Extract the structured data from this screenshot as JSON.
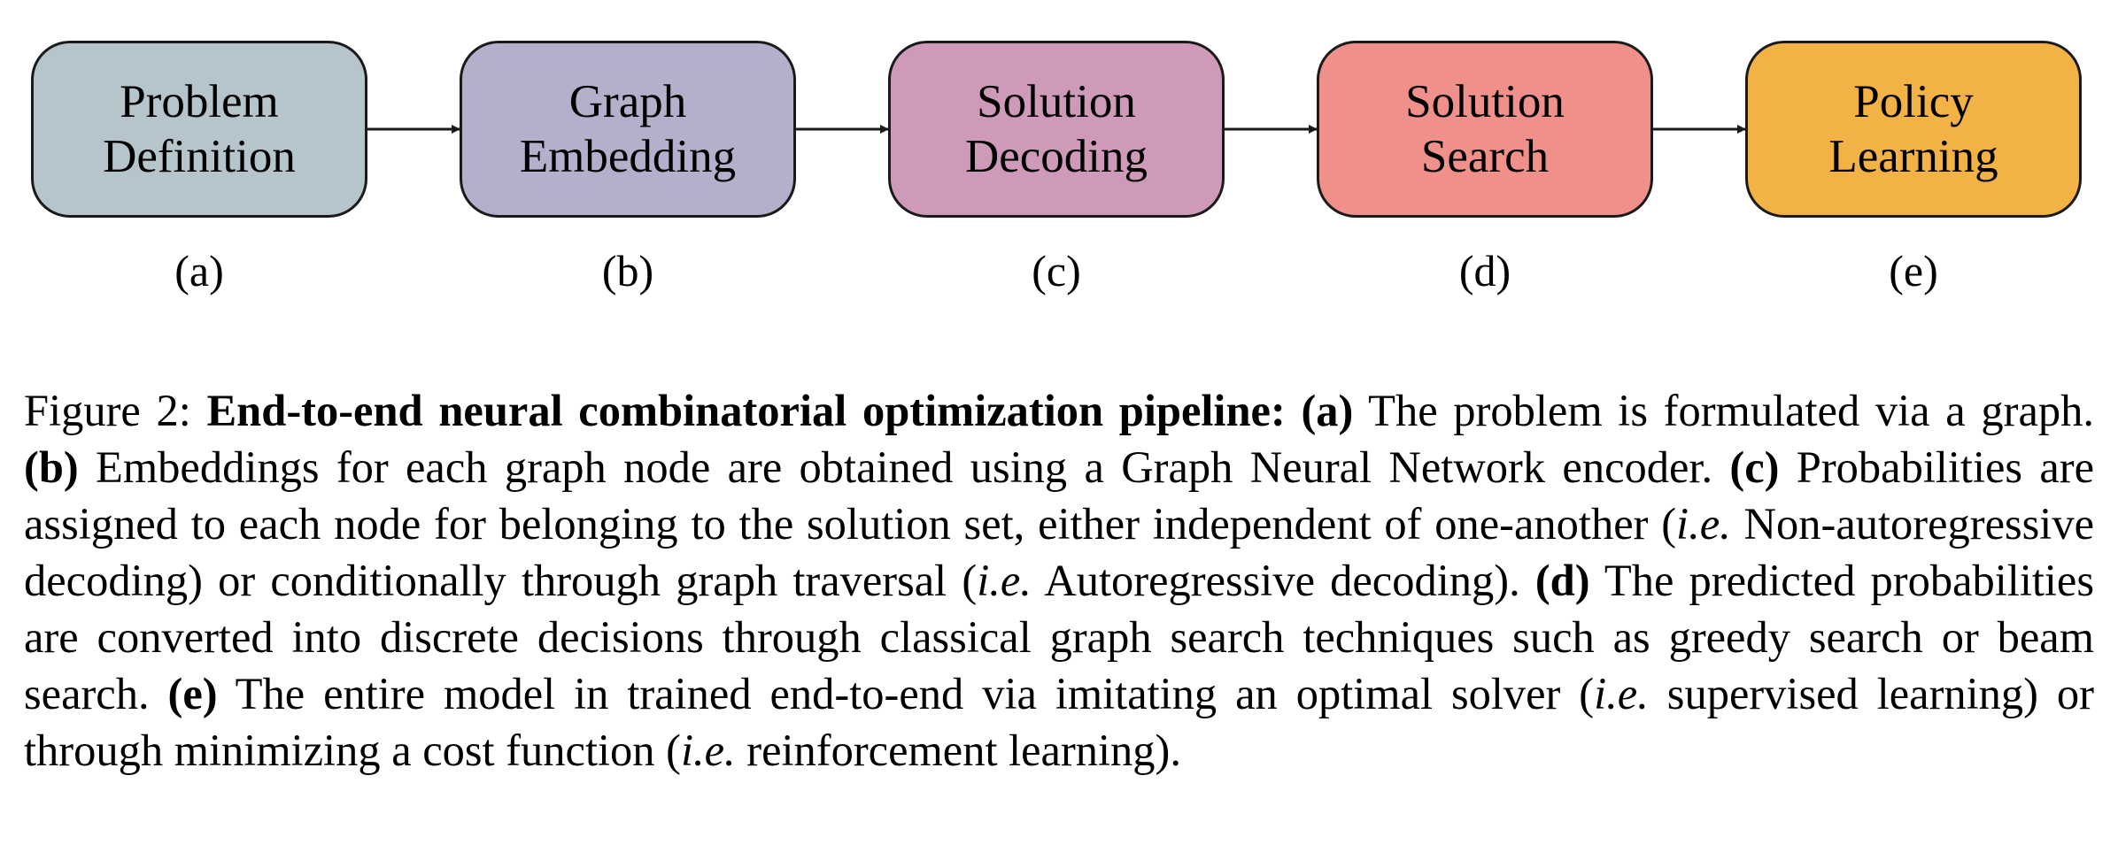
{
  "pipeline": {
    "steps": [
      {
        "label": "Problem\nDefinition",
        "tag": "(a)",
        "color": "#b6c4cc"
      },
      {
        "label": "Graph\nEmbedding",
        "tag": "(b)",
        "color": "#b2b0ca"
      },
      {
        "label": "Solution\nDecoding",
        "tag": "(c)",
        "color": "#cf9ab9"
      },
      {
        "label": "Solution\nSearch",
        "tag": "(d)",
        "color": "#f0908a"
      },
      {
        "label": "Policy\nLearning",
        "tag": "(e)",
        "color": "#f2b245"
      }
    ]
  },
  "caption": {
    "prefix": "Figure 2: ",
    "title": "End-to-end neural combinatorial optimization pipeline:",
    "a_tag": "(a)",
    "a_text": " The problem is formulated via a graph. ",
    "b_tag": "(b)",
    "b_text": " Embeddings for each graph node are obtained using a Graph Neural Network encoder. ",
    "c_tag": "(c)",
    "c_text1": " Probabilities are assigned to each node for belonging to the solution set, either independent of one-another (",
    "ie1": "i.e.",
    "c_text2": " Non-autoregressive decoding) or conditionally through graph traversal (",
    "ie2": "i.e.",
    "c_text3": " Autoregressive decoding). ",
    "d_tag": "(d)",
    "d_text": " The predicted probabilities are converted into discrete decisions through classical graph search techniques such as greedy search or beam search. ",
    "e_tag": "(e)",
    "e_text1": " The entire model in trained end-to-end via imitating an optimal solver (",
    "ie3": "i.e.",
    "e_text2": " supervised learning) or through minimizing a cost function (",
    "ie4": "i.e.",
    "e_text3": " reinforcement learning)."
  }
}
